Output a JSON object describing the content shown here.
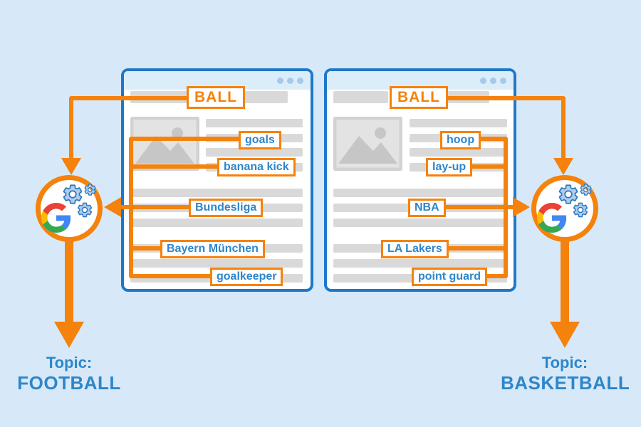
{
  "left_panel": {
    "ball_label": "BALL",
    "keywords": [
      "goals",
      "banana kick",
      "Bundesliga",
      "Bayern München",
      "goalkeeper"
    ],
    "topic_prefix": "Topic:",
    "topic_name": "FOOTBALL"
  },
  "right_panel": {
    "ball_label": "BALL",
    "keywords": [
      "hoop",
      "lay-up",
      "NBA",
      "LA Lakers",
      "point guard"
    ],
    "topic_prefix": "Topic:",
    "topic_name": "BASKETBALL"
  },
  "icons": {
    "google_logo": "google-g-logo",
    "gears": "gear-icons",
    "image_placeholder": "image-placeholder",
    "window_dots": "window-control-dots"
  },
  "colors": {
    "accent_orange": "#F5820D",
    "keyword_blue": "#2E86C9",
    "window_border_blue": "#1E78C8",
    "titlebar_blue": "#DCEDFA",
    "background_blue": "#D7E9F8",
    "bar_gray": "#D9D9D9"
  }
}
